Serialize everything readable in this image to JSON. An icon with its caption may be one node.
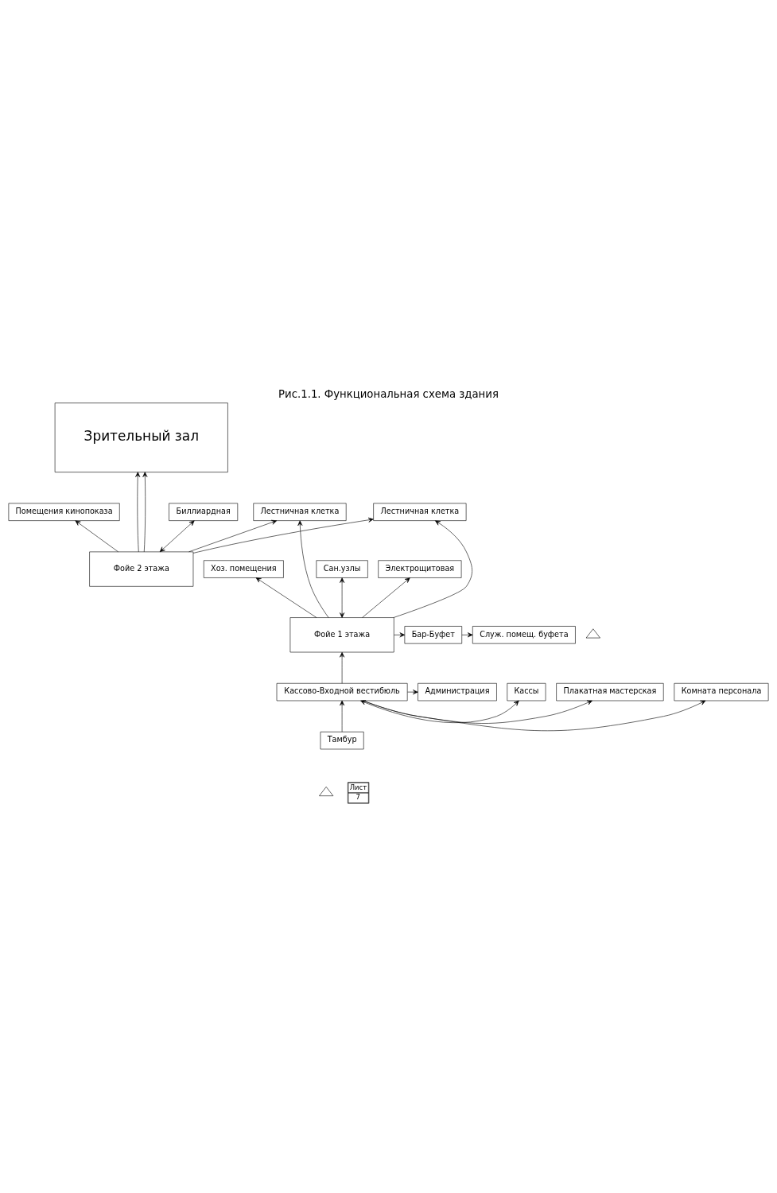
{
  "diagram": {
    "title": "Рис.1.1. Функциональная схема здания",
    "nodes": [
      {
        "text": [
          "Зрительный зал"
        ]
      },
      {
        "text": [
          "Помещения кинопоказа"
        ]
      },
      {
        "text": [
          "Фойе 2 этажа"
        ]
      },
      {
        "text": [
          "Биллиардная"
        ]
      },
      {
        "text": [
          "Лестничная клетка"
        ]
      },
      {
        "text": [
          "Лестничная клетка"
        ]
      },
      {
        "text": [
          "Сан.узлы"
        ]
      },
      {
        "text": [
          "Хоз. помещения"
        ]
      },
      {
        "text": [
          "Электрощитовая"
        ]
      },
      {
        "text": [
          "Фойе 1 этажа"
        ]
      },
      {
        "text": [
          "Служ. помещ. буфета"
        ]
      },
      {
        "text": [
          "Бар-Буфет"
        ]
      },
      {
        "text": [
          "Комната персонала"
        ]
      },
      {
        "text": [
          "Кассово-Входной вестибюль"
        ]
      },
      {
        "text": [
          "Плакатная мастерская"
        ]
      },
      {
        "text": [
          "Кассы"
        ]
      },
      {
        "text": [
          "Администрация"
        ]
      },
      {
        "text": [
          "Тамбур"
        ]
      },
      {
        "text": [],
        "shape": "triangle"
      },
      {
        "text": [],
        "shape": "triangle"
      }
    ],
    "edges": [
      {
        "from": 2,
        "to": 0,
        "arrow": "to"
      },
      {
        "from": 2,
        "to": 0,
        "arrow": "to"
      },
      {
        "from": 2,
        "to": 1,
        "arrow": "to"
      },
      {
        "from": 2,
        "to": 3,
        "arrow": "both"
      },
      {
        "from": 2,
        "to": 4,
        "arrow": "to"
      },
      {
        "from": 2,
        "to": 5,
        "arrow": "to"
      },
      {
        "from": 9,
        "to": 4,
        "arrow": "to"
      },
      {
        "from": 9,
        "to": 5,
        "arrow": "to"
      },
      {
        "from": 9,
        "to": 6,
        "arrow": "both"
      },
      {
        "from": 9,
        "to": 7,
        "arrow": "to"
      },
      {
        "from": 9,
        "to": 8,
        "arrow": "to"
      },
      {
        "from": 9,
        "to": 11,
        "arrow": "to"
      },
      {
        "from": 11,
        "to": 10,
        "arrow": "to"
      },
      {
        "from": 13,
        "to": 9,
        "arrow": "to"
      },
      {
        "from": 13,
        "to": 12,
        "arrow": "to"
      },
      {
        "from": 13,
        "to": 14,
        "arrow": "to"
      },
      {
        "from": 13,
        "to": 15,
        "arrow": "both"
      },
      {
        "from": 13,
        "to": 16,
        "arrow": "to"
      },
      {
        "from": 17,
        "to": 13,
        "arrow": "to"
      }
    ],
    "labels": [
      "Лист",
      "7"
    ]
  }
}
